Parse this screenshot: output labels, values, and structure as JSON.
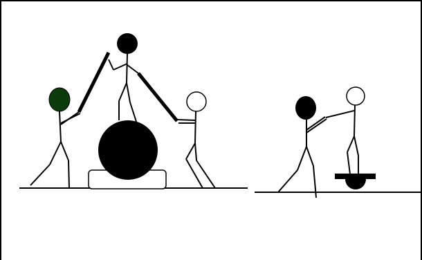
{
  "colors": {
    "ink": "#000000",
    "background": "#ffffff",
    "dark_green_head": "#0b3b0b"
  },
  "scenes": [
    {
      "id": "group-lift",
      "figures": [
        "stick-figure-green-head",
        "stick-figure-black-head-top",
        "stick-figure-white-head-right"
      ],
      "objects": [
        "ball",
        "platform",
        "poles"
      ]
    },
    {
      "id": "balance-assist",
      "figures": [
        "stick-figure-black-head",
        "stick-figure-white-head"
      ],
      "objects": [
        "balance-board"
      ]
    }
  ]
}
